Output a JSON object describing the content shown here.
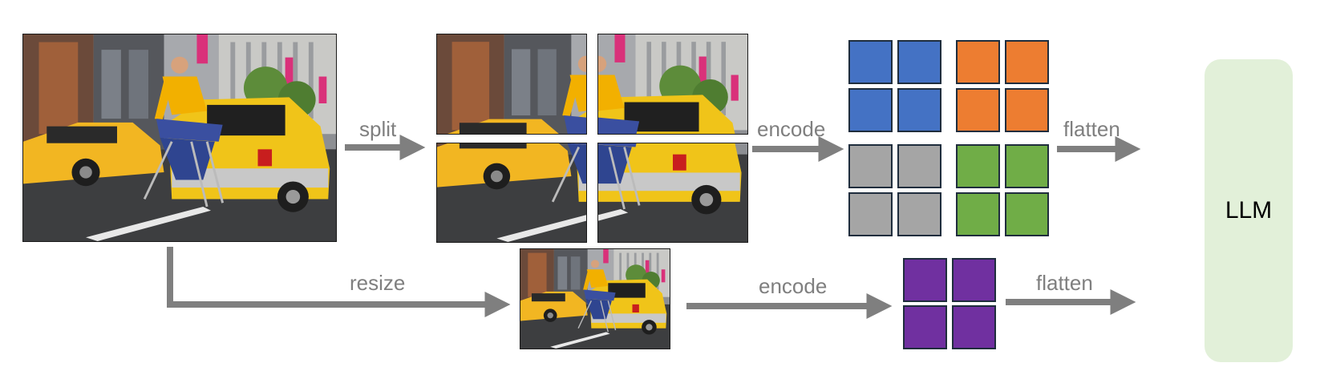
{
  "labels": {
    "split": "split",
    "encode_top": "encode",
    "flatten_top": "flatten",
    "resize": "resize",
    "encode_bottom": "encode",
    "flatten_bottom": "flatten",
    "llm": "LLM"
  },
  "colors": {
    "arrow": "#7f7f7f",
    "token_blue": "#4472c4",
    "token_orange": "#ed7d31",
    "token_gray": "#a5a5a5",
    "token_green": "#70ad47",
    "token_purple": "#7030a0",
    "llm_fill": "#e2f0d9"
  }
}
